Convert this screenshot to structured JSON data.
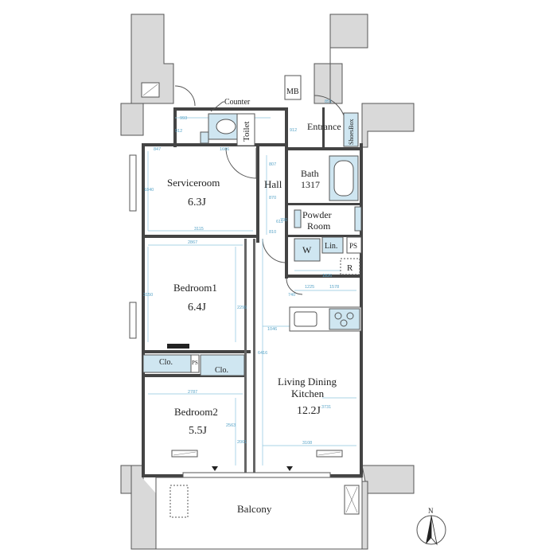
{
  "rooms": {
    "serviceroom": {
      "name": "Serviceroom",
      "size": "6.3J"
    },
    "bedroom1": {
      "name": "Bedroom1",
      "size": "6.4J"
    },
    "bedroom2": {
      "name": "Bedroom2",
      "size": "5.5J"
    },
    "ldk": {
      "name_line1": "Living Dining",
      "name_line2": "Kitchen",
      "size": "12.2J"
    },
    "bath": {
      "name": "Bath",
      "size": "1317"
    },
    "powder": {
      "line1": "Powder",
      "line2": "Room"
    },
    "hall": "Hall",
    "entrance": "Entrance",
    "toilet": "Toilet",
    "balcony": "Balcony"
  },
  "fixtures": {
    "counter": "Counter",
    "mb": "MB",
    "shoes_box": "ShoesBox",
    "linen": "Lin.",
    "ps_kitchen": "PS",
    "ps_closet": "PS",
    "refrigerator": "R",
    "washer": "W",
    "closet1": "Clo.",
    "closet2": "Clo."
  },
  "compass": "N",
  "dimensions": {
    "d1": "993",
    "d2": "912",
    "d3": "847",
    "d4": "1606",
    "d5": "912",
    "d6": "851",
    "d7": "807",
    "d8": "870",
    "d9": "790",
    "d10": "810",
    "d11": "1840",
    "d12": "3115",
    "d13": "2867",
    "d14": "3150",
    "d15": "2296",
    "d16": "1826",
    "d17": "1225",
    "d18": "1578",
    "d19": "740",
    "d20": "1046",
    "d21": "6416",
    "d22": "2787",
    "d23": "2563",
    "d24": "3731",
    "d25": "2061",
    "d26": "3108",
    "d27": "670",
    "d28": "611"
  }
}
